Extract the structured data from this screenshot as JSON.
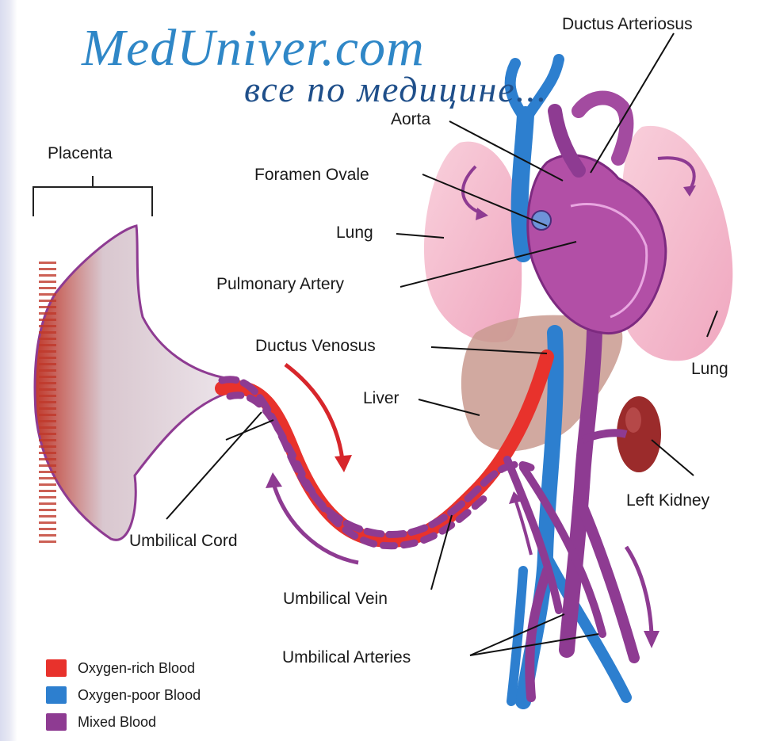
{
  "watermark": {
    "site": "MedUniver.com",
    "tagline": "все по медицине..."
  },
  "labels": {
    "ductus_arteriosus": "Ductus Arteriosus",
    "aorta": "Aorta",
    "placenta": "Placenta",
    "foramen_ovale": "Foramen Ovale",
    "lung_left": "Lung",
    "pulmonary_artery": "Pulmonary Artery",
    "ductus_venosus": "Ductus Venosus",
    "lung_right": "Lung",
    "liver": "Liver",
    "left_kidney": "Left Kidney",
    "umbilical_cord": "Umbilical Cord",
    "umbilical_vein": "Umbilical Vein",
    "umbilical_arteries": "Umbilical Arteries"
  },
  "legend": [
    {
      "label": "Oxygen-rich Blood",
      "color": "#e8322c"
    },
    {
      "label": "Oxygen-poor Blood",
      "color": "#2d7fcf"
    },
    {
      "label": "Mixed Blood",
      "color": "#8e3b92"
    }
  ],
  "colors": {
    "oxygen_rich": "#e8322c",
    "oxygen_poor": "#2d7fcf",
    "mixed": "#8e3b92",
    "lung": "#f3b6c9",
    "liver": "#c99a8f",
    "heart": "#b24fa6",
    "kidney": "#9b2b2b"
  }
}
